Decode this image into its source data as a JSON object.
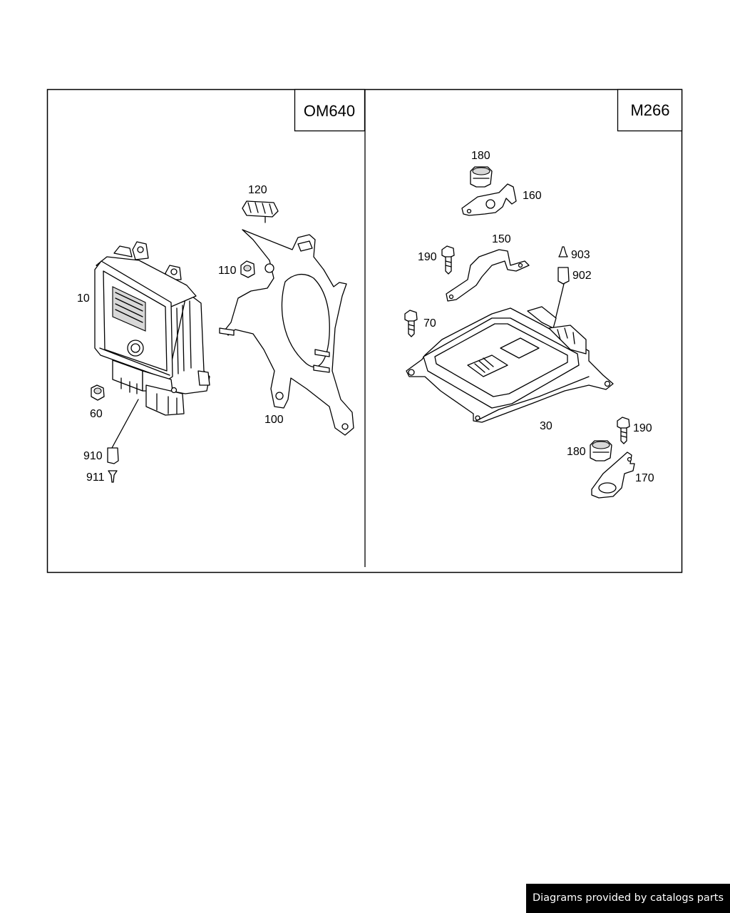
{
  "panels": [
    {
      "title": "OM640"
    },
    {
      "title": "M266"
    }
  ],
  "callouts": {
    "p10": "10",
    "p60": "60",
    "p100": "100",
    "p110": "110",
    "p120": "120",
    "p910": "910",
    "p911": "911",
    "p180a": "180",
    "p160": "160",
    "p150": "150",
    "p190a": "190",
    "p903": "903",
    "p902": "902",
    "p70": "70",
    "p30": "30",
    "p190b": "190",
    "p180b": "180",
    "p170": "170"
  },
  "credit": "Diagrams provided by catalogs parts"
}
